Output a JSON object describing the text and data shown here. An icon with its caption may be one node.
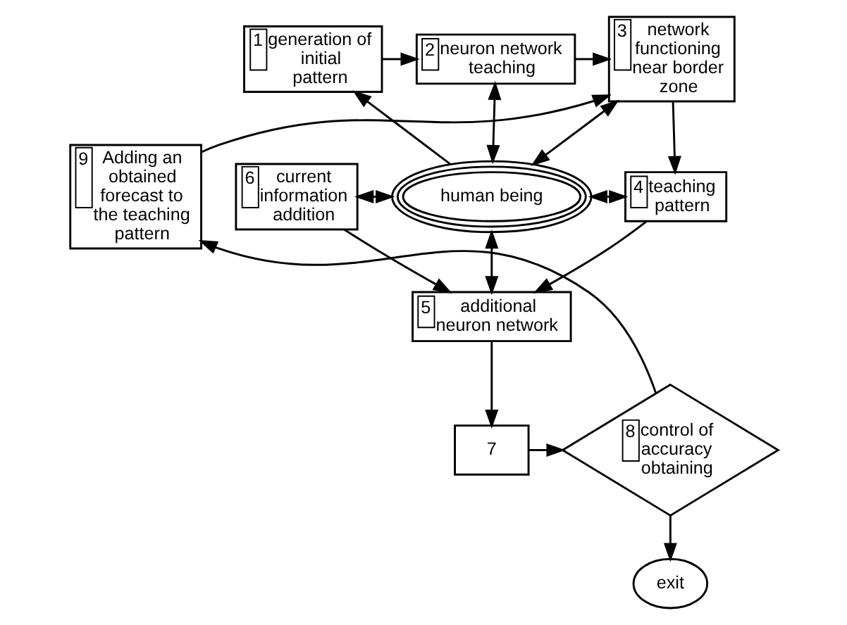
{
  "diagram": {
    "nodes": [
      {
        "text": [
          "1",
          "generation of initial pattern"
        ]
      },
      {
        "text": [
          "2",
          "neuron network teaching"
        ]
      },
      {
        "text": [
          "3",
          "network functioning near border zone"
        ]
      },
      {
        "text": [
          "9",
          "Adding an obtained forecast to the teaching pattern"
        ]
      },
      {
        "text": [
          "6",
          "current information addition"
        ]
      },
      {
        "text": [
          "human being"
        ]
      },
      {
        "text": [
          "4",
          "teaching pattern"
        ]
      },
      {
        "text": [
          "5",
          "additional neuron network"
        ]
      },
      {
        "text": [
          "7"
        ]
      },
      {
        "text": [
          "8",
          "control of accuracy obtaining"
        ]
      },
      {
        "text": [
          "exit"
        ]
      }
    ],
    "edges": [
      {
        "from": 0,
        "to": 1,
        "arrow": "to"
      },
      {
        "from": 1,
        "to": 2,
        "arrow": "to"
      },
      {
        "from": 5,
        "to": 0,
        "arrow": "to"
      },
      {
        "from": 5,
        "to": 1,
        "arrow": "both"
      },
      {
        "from": 5,
        "to": 2,
        "arrow": "both"
      },
      {
        "from": 2,
        "to": 6,
        "arrow": "to"
      },
      {
        "from": 3,
        "to": 2,
        "arrow": "to"
      },
      {
        "from": 4,
        "to": 5,
        "arrow": "both"
      },
      {
        "from": 5,
        "to": 6,
        "arrow": "both"
      },
      {
        "from": 4,
        "to": 7,
        "arrow": "to"
      },
      {
        "from": 6,
        "to": 7,
        "arrow": "to"
      },
      {
        "from": 5,
        "to": 7,
        "arrow": "both"
      },
      {
        "from": 7,
        "to": 8,
        "arrow": "to"
      },
      {
        "from": 8,
        "to": 9,
        "arrow": "to"
      },
      {
        "from": 9,
        "to": 10,
        "arrow": "to"
      },
      {
        "from": 9,
        "to": 3,
        "arrow": "to"
      }
    ]
  }
}
